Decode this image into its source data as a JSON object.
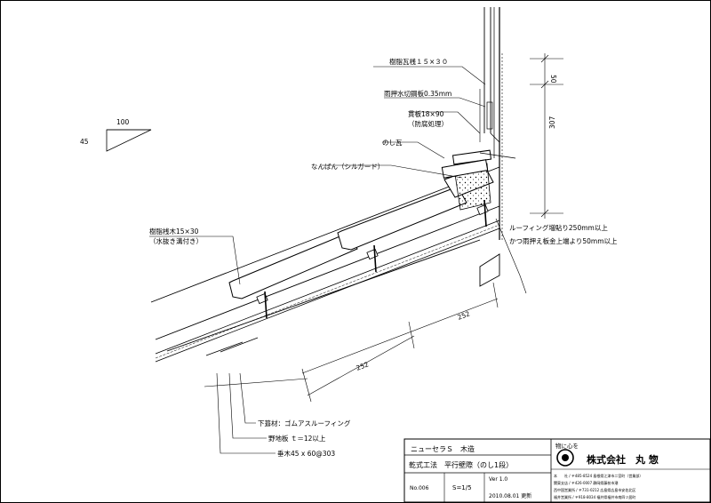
{
  "slope": {
    "run": "100",
    "rise": "45"
  },
  "labels": {
    "batten_top": "樹脂瓦桟１５×３０",
    "flashing": "雨押水切鋼板0.35mm",
    "board_line1": "貫板18×90",
    "board_line2": "（防腐処理）",
    "noshi": "のし瓦",
    "nanban": "なんばん（シルガード）",
    "batten_left_line1": "樹脂桟木15×30",
    "batten_left_line2": "（水抜き溝付き）",
    "roofing_note_line1": "ルーフィング増貼り250mm以上",
    "roofing_note_line2": "かつ雨押え板金上端より50mm以上",
    "underlay": "下葺材：ゴムアスルーフィング",
    "sheathing": "野地板 ｔ＝12以上",
    "rafter": "垂木45 x 60@303"
  },
  "dimensions": {
    "d50": "50",
    "d307": "307",
    "d252_upper": "252",
    "d252_lower": "252"
  },
  "title_block": {
    "product": "ニューセラＳ　木造",
    "method": "乾式工法　平行壁際（のし1段）",
    "number": "No.006",
    "scale": "S=1/5",
    "version": "Ver 1.0",
    "date": "2010.08.01 更新",
    "motto": "物に心を",
    "company": "株式会社　丸 惣",
    "address1": "本　　社 / 〒485-8524 島根県江津市二宮町（営業部）",
    "address2": "関東支店 / 〒426-0007 静岡県藤枝市潮",
    "address3": "西中国営業所 / 〒731-0212 広島県広島市安佐北区",
    "address4": "福井営業所 / 〒918-8034 福井県福井市南四ツ居町"
  }
}
